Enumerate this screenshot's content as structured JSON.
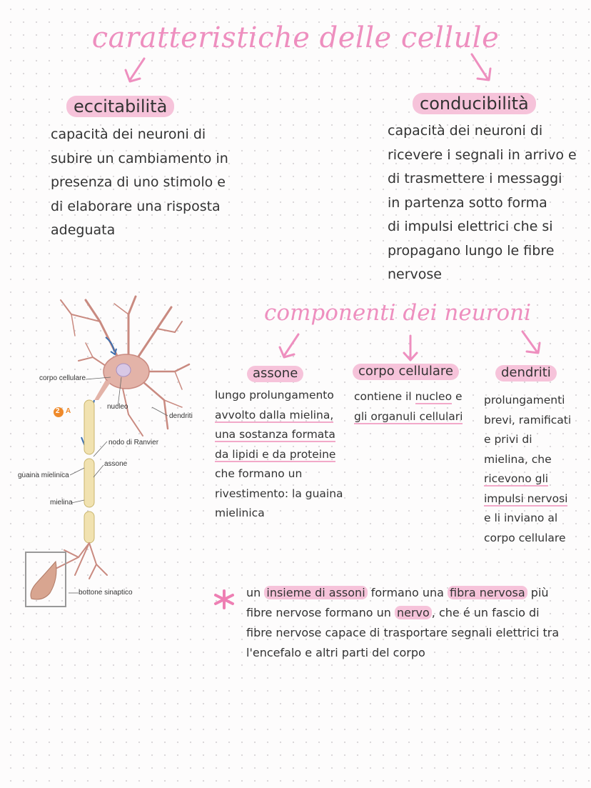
{
  "title": "caratteristiche delle cellule",
  "eccitabilita": {
    "heading": "eccitabilità",
    "lines": [
      "capacità dei neuroni di",
      "subire un cambiamento in",
      "presenza di uno stimolo e",
      "di elaborare una risposta",
      "adeguata"
    ]
  },
  "conducibilita": {
    "heading": "conducibilità",
    "lines": [
      "capacità dei neuroni di",
      "ricevere i segnali in arrivo e",
      "di trasmettere i messaggi",
      "in partenza sotto forma",
      "di impulsi elettrici che si",
      "propagano lungo le fibre",
      "nervose"
    ]
  },
  "components_title": "componenti dei neuroni",
  "assone": {
    "heading": "assone",
    "lines": [
      "lungo prolungamento",
      "avvolto dalla mielina,",
      "una sostanza formata",
      "da lipidi e da proteine",
      "che formano un",
      "rivestimento: la guaina",
      "mielinica"
    ]
  },
  "corpo": {
    "heading": "corpo cellulare",
    "line1_a": "contiene il ",
    "line1_b": "nucleo",
    "line1_c": " e",
    "line2": "gli organuli cellulari"
  },
  "dendriti": {
    "heading": "dendriti",
    "lines": [
      "prolungamenti",
      "brevi, ramificati",
      "e privi di",
      "mielina, che",
      "ricevono gli",
      "impulsi nervosi",
      "e li inviano al",
      "corpo cellulare"
    ]
  },
  "note": {
    "l1a": "un ",
    "l1b": "insieme di assoni",
    "l1c": " formano una ",
    "l1d": "fibra nervosa",
    "l1e": " più",
    "l2a": "fibre nervose formano un ",
    "l2b": "nervo",
    "l2c": ", che é un fascio di",
    "l3": "fibre nervose capace di trasportare segnali elettrici tra",
    "l4": "l'encefalo e altri parti del corpo"
  },
  "figure": {
    "badge": "2",
    "badge_letter": "A",
    "labels": {
      "corpo_cellulare": "corpo cellulare",
      "nucleo": "nucleo",
      "dendriti": "dendriti",
      "nodo": "nodo di Ranvier",
      "assone": "assone",
      "guaina": "guaina mielinica",
      "mielina": "mielina",
      "bottone": "bottone sinaptico"
    }
  },
  "colors": {
    "accent_pink": "#ee8fbf",
    "highlight": "#f6c3da",
    "text": "#333333"
  }
}
